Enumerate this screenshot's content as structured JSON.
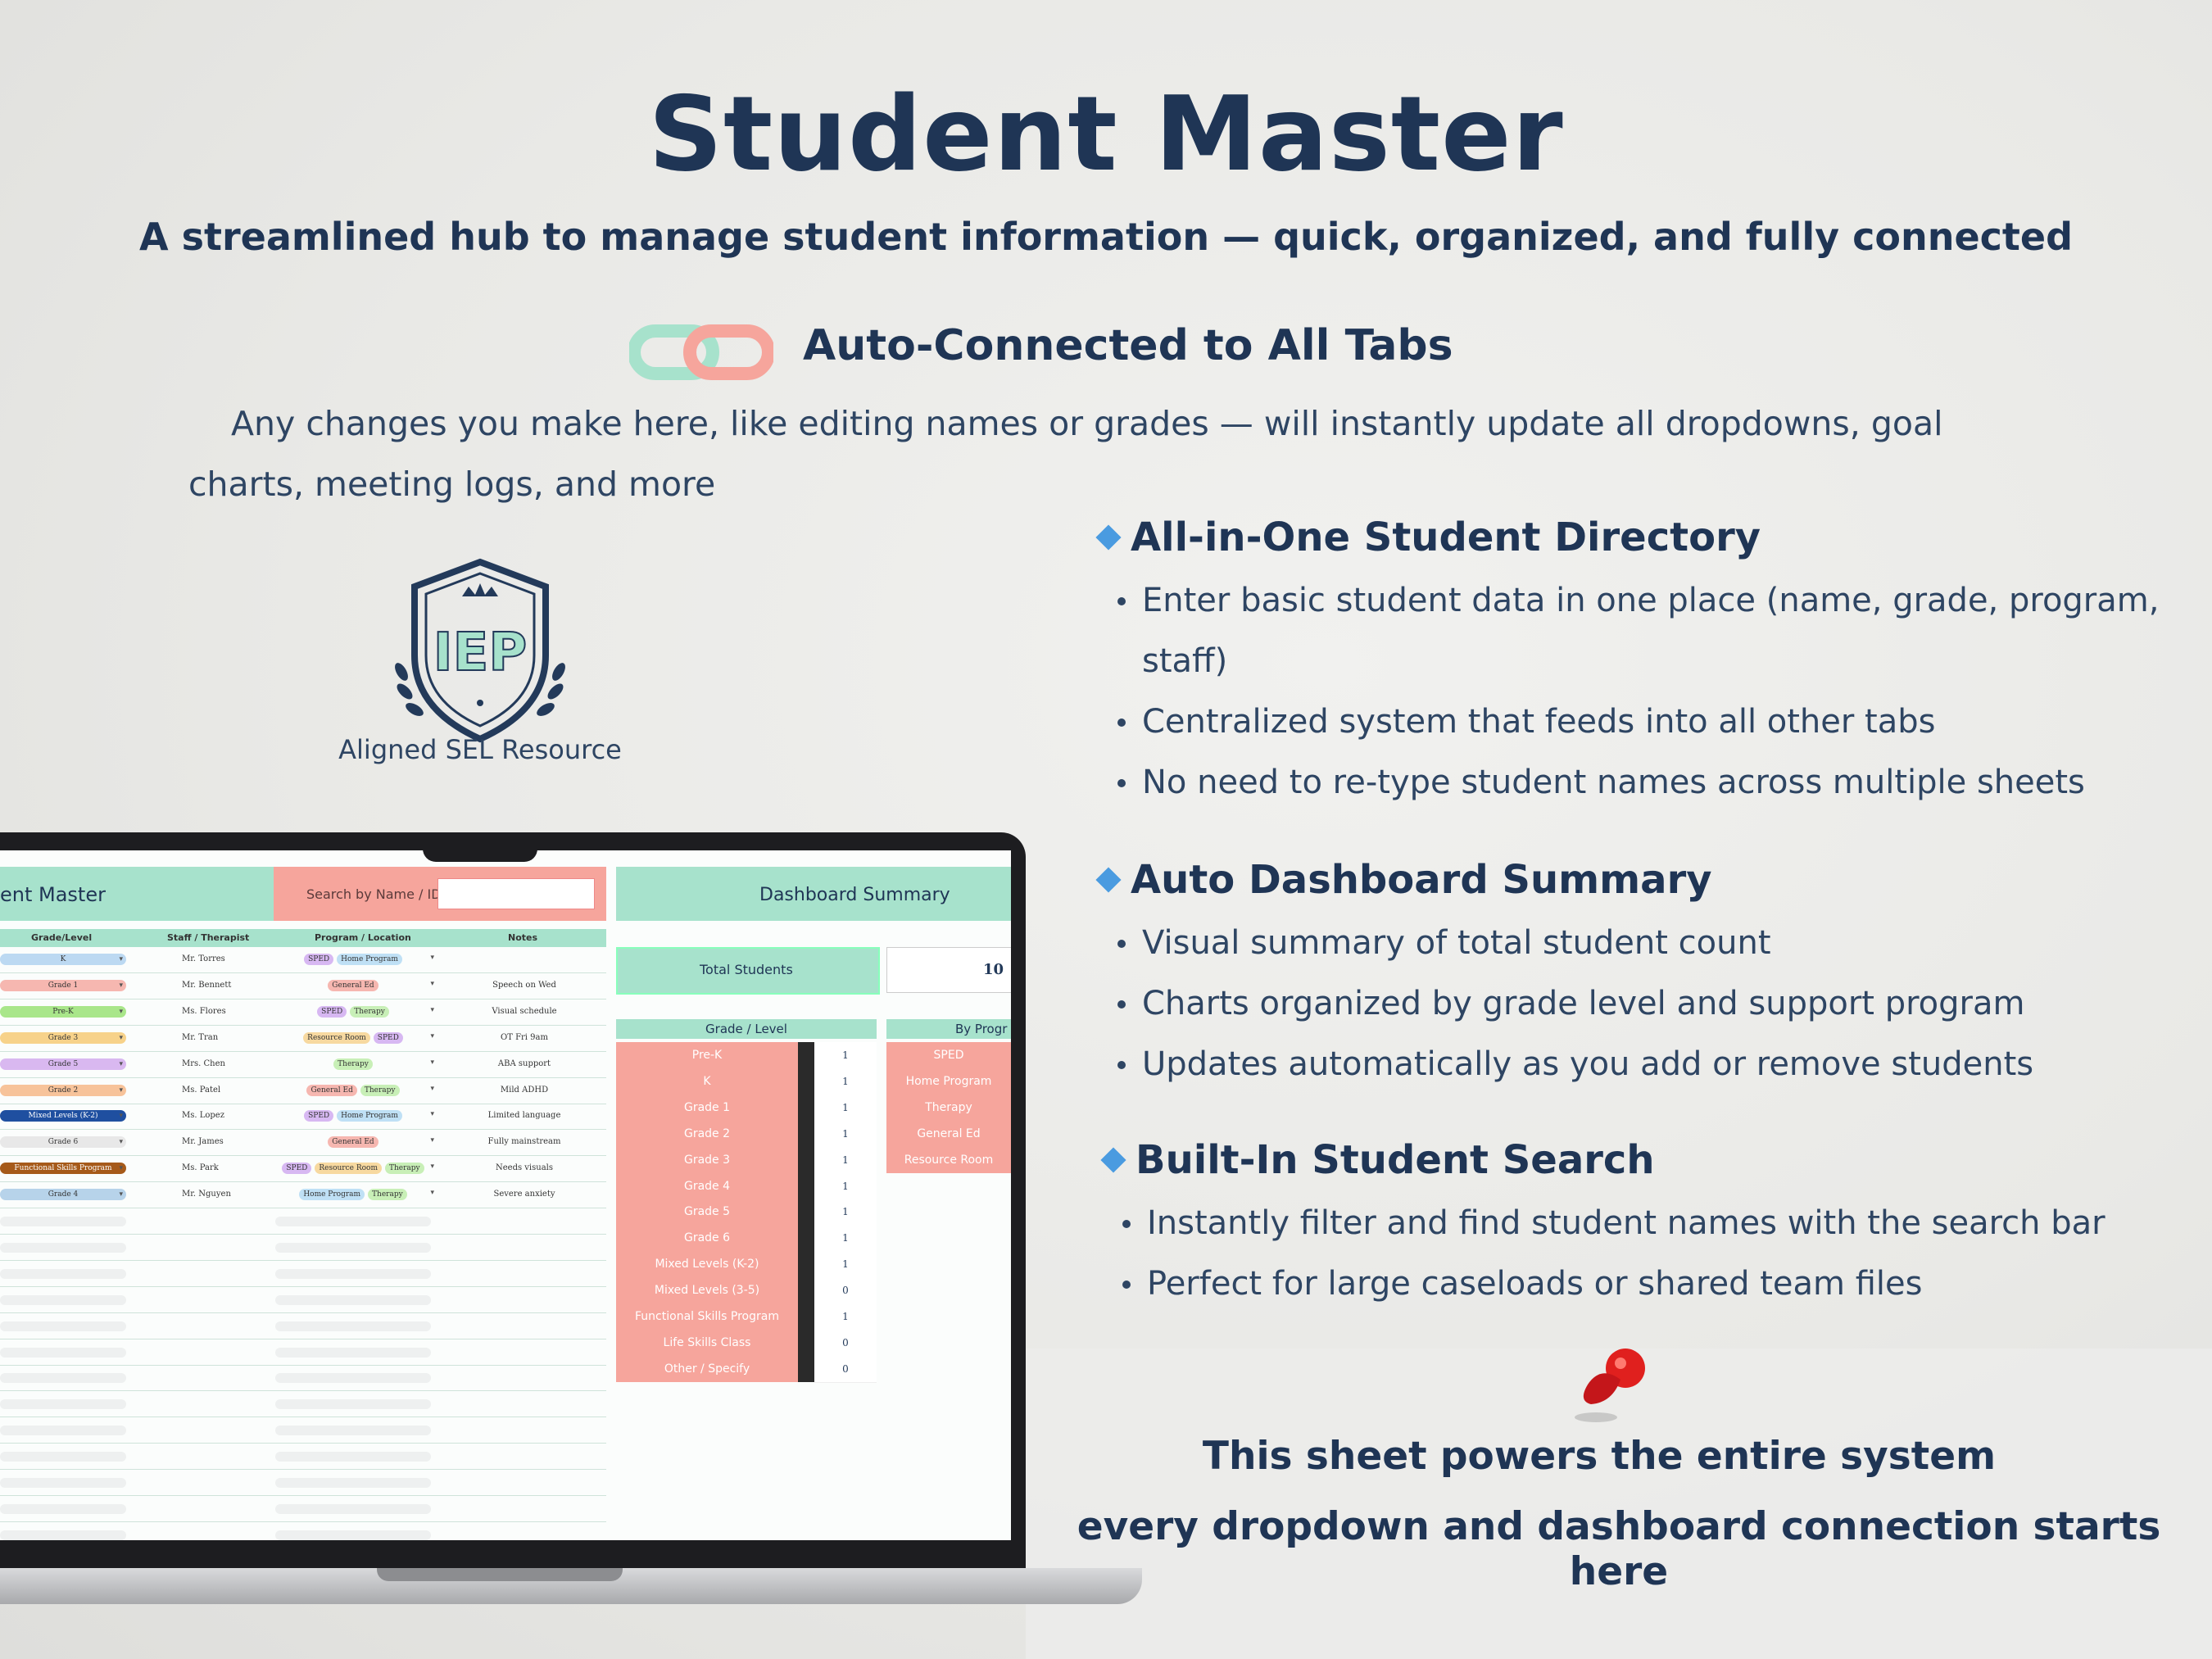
{
  "header": {
    "title": "Student Master",
    "subtitle": "A streamlined hub to manage student information — quick, organized, and fully connected",
    "auto_heading": "Auto-Connected to All Tabs",
    "auto_desc": "Any changes you make here, like editing names or grades — will instantly update all dropdowns, goal charts, meeting logs, and more"
  },
  "badge": {
    "logo_text": "IEP",
    "caption": "Aligned SEL Resource"
  },
  "features": [
    {
      "title": "All-in-One Student Directory",
      "bullets": [
        "Enter basic student data in one place (name, grade, program, staff)",
        "Centralized system that feeds into all other tabs",
        "No need to re-type student names across multiple sheets"
      ]
    },
    {
      "title": "Auto Dashboard Summary",
      "bullets": [
        "Visual summary of total student count",
        "Charts organized by grade level and support program",
        "Updates automatically as you add or remove students"
      ]
    },
    {
      "title": "Built-In Student Search",
      "bullets": [
        "Instantly filter and find student names with the search bar",
        "Perfect for large caseloads or shared team files"
      ]
    }
  ],
  "footer": {
    "line1": "This sheet powers the entire system",
    "line2": "every dropdown and dashboard connection starts here"
  },
  "sheet": {
    "title": "ent Master",
    "search_label": "Search by Name / ID",
    "columns": [
      "Grade/Level",
      "Staff / Therapist",
      "Program / Location",
      "Notes"
    ],
    "rows": [
      {
        "grade": "K",
        "staff": "Mr. Torres",
        "programs": [
          "SPED",
          "Home Program"
        ],
        "notes": ""
      },
      {
        "grade": "Grade 1",
        "staff": "Mr. Bennett",
        "programs": [
          "General Ed"
        ],
        "notes": "Speech on Wed"
      },
      {
        "grade": "Pre-K",
        "staff": "Ms. Flores",
        "programs": [
          "SPED",
          "Therapy"
        ],
        "notes": "Visual schedule"
      },
      {
        "grade": "Grade 3",
        "staff": "Mr. Tran",
        "programs": [
          "Resource Room",
          "SPED"
        ],
        "notes": "OT Fri 9am"
      },
      {
        "grade": "Grade 5",
        "staff": "Mrs. Chen",
        "programs": [
          "Therapy"
        ],
        "notes": "ABA support"
      },
      {
        "grade": "Grade 2",
        "staff": "Ms. Patel",
        "programs": [
          "General Ed",
          "Therapy"
        ],
        "notes": "Mild ADHD"
      },
      {
        "grade": "Mixed Levels (K-2)",
        "staff": "Ms. Lopez",
        "programs": [
          "SPED",
          "Home Program"
        ],
        "notes": "Limited language"
      },
      {
        "grade": "Grade 6",
        "staff": "Mr. James",
        "programs": [
          "General Ed"
        ],
        "notes": "Fully mainstream"
      },
      {
        "grade": "Functional Skills Program",
        "staff": "Ms. Park",
        "programs": [
          "SPED",
          "Resource Room",
          "Therapy"
        ],
        "notes": "Needs visuals"
      },
      {
        "grade": "Grade 4",
        "staff": "Mr. Nguyen",
        "programs": [
          "Home Program",
          "Therapy"
        ],
        "notes": "Severe anxiety"
      }
    ],
    "grade_colors": [
      "#bcd9f2",
      "#f6b7b0",
      "#a9e68a",
      "#f7d28a",
      "#d9b8f0",
      "#f7c39a",
      "#1f4fa0",
      "#e8e8e8",
      "#a65a1a",
      "#b7d3ea"
    ],
    "program_colors": {
      "SPED": "#d7b8f2",
      "Home Program": "#bfe0f5",
      "General Ed": "#f6b7b0",
      "Therapy": "#c8efb7",
      "Resource Room": "#f7d9a0"
    }
  },
  "dashboard": {
    "title": "Dashboard Summary",
    "total_label": "Total Students",
    "total_value": "10",
    "grade_head": "Grade / Level",
    "program_head": "By Progr",
    "grades": [
      {
        "label": "Pre-K",
        "count": "1"
      },
      {
        "label": "K",
        "count": "1"
      },
      {
        "label": "Grade 1",
        "count": "1"
      },
      {
        "label": "Grade 2",
        "count": "1"
      },
      {
        "label": "Grade 3",
        "count": "1"
      },
      {
        "label": "Grade 4",
        "count": "1"
      },
      {
        "label": "Grade 5",
        "count": "1"
      },
      {
        "label": "Grade 6",
        "count": "1"
      },
      {
        "label": "Mixed Levels (K-2)",
        "count": "1"
      },
      {
        "label": "Mixed Levels (3-5)",
        "count": "0"
      },
      {
        "label": "Functional Skills Program",
        "count": "1"
      },
      {
        "label": "Life Skills Class",
        "count": "0"
      },
      {
        "label": "Other / Specify",
        "count": "0"
      }
    ],
    "programs": [
      "SPED",
      "Home Program",
      "Therapy",
      "General Ed",
      "Resource Room"
    ]
  },
  "colors": {
    "navy": "#1f3555",
    "mint": "#a7e2cc",
    "coral": "#f6a59c",
    "accent_blue": "#4a9be0"
  },
  "icons": {
    "link": "link-icon",
    "badge": "shield-badge-icon",
    "pin": "push-pin-icon",
    "bullet": "diamond-bullet-icon"
  }
}
